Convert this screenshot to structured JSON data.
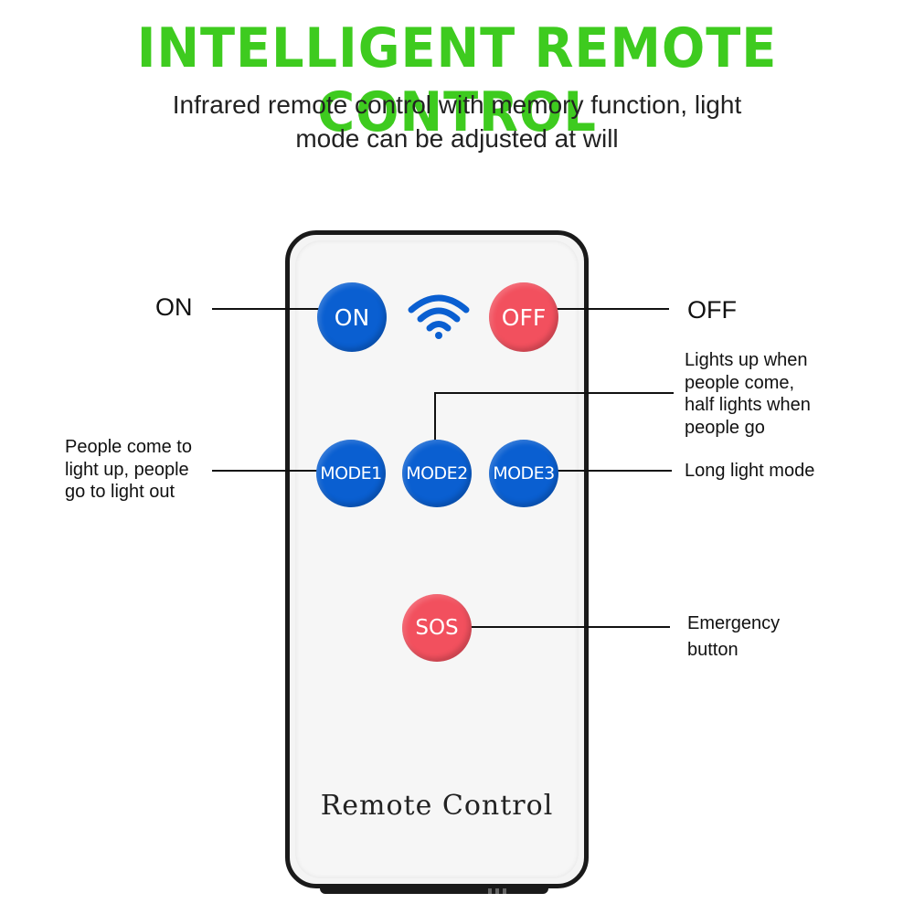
{
  "header": {
    "title": "INTELLIGENT REMOTE CONTROL",
    "subtitle_line1": "Infrared remote control with memory function, light",
    "subtitle_line2": "mode can be adjusted at will"
  },
  "remote": {
    "label": "Remote Control",
    "buttons": {
      "on": "ON",
      "off": "OFF",
      "mode1": "MODE1",
      "mode2": "MODE2",
      "mode3": "MODE3",
      "sos": "SOS"
    },
    "signal_icon": "wifi-signal-icon"
  },
  "callouts": {
    "on": "ON",
    "off": "OFF",
    "mode1": [
      "People come to",
      "light up, people",
      "go to light out"
    ],
    "mode2": [
      "Lights up when",
      "people come,",
      "half lights when",
      "people go"
    ],
    "mode3": "Long light mode",
    "sos": [
      "Emergency",
      "button"
    ]
  },
  "colors": {
    "title_green": "#3ecb1f",
    "button_blue": "#0a5fd1",
    "button_red": "#f2505e",
    "remote_body": "#f4f4f4",
    "remote_border": "#1a1a1a"
  }
}
